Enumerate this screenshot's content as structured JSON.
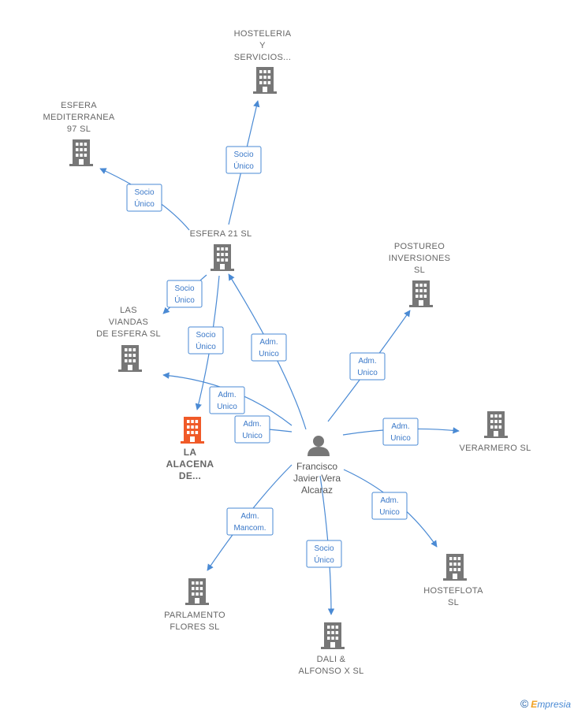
{
  "colors": {
    "company": "#777777",
    "focus": "#f05a28",
    "edge": "#4a8ad4",
    "person": "#777777"
  },
  "footer": {
    "copyright": "©",
    "brand_first": "E",
    "brand_rest": "mpresia"
  },
  "person": {
    "name_lines": [
      "Francisco",
      "Javier Vera",
      "Alcaraz"
    ]
  },
  "nodes": [
    {
      "id": "hosteleria",
      "lines": [
        "HOSTELERIA",
        "Y",
        "SERVICIOS..."
      ],
      "focus": false
    },
    {
      "id": "esfera-med",
      "lines": [
        "ESFERA",
        "MEDITERRANEA",
        "97  SL"
      ],
      "focus": false
    },
    {
      "id": "esfera21",
      "lines": [
        "ESFERA 21  SL"
      ],
      "focus": false
    },
    {
      "id": "postureo",
      "lines": [
        "POSTUREO",
        "INVERSIONES",
        "SL"
      ],
      "focus": false
    },
    {
      "id": "viandas",
      "lines": [
        "LAS",
        "VIANDAS",
        "DE ESFERA  SL"
      ],
      "focus": false
    },
    {
      "id": "alacena",
      "lines": [
        "LA",
        "ALACENA",
        "DE..."
      ],
      "focus": true
    },
    {
      "id": "verarmero",
      "lines": [
        "VERARMERO SL"
      ],
      "focus": false
    },
    {
      "id": "hosteflota",
      "lines": [
        "HOSTEFLOTA",
        "SL"
      ],
      "focus": false
    },
    {
      "id": "parlamento",
      "lines": [
        "PARLAMENTO",
        "FLORES  SL"
      ],
      "focus": false
    },
    {
      "id": "dali",
      "lines": [
        "DALI &",
        "ALFONSO X  SL"
      ],
      "focus": false
    }
  ],
  "edges": [
    {
      "id": "e-hosteleria",
      "lines": [
        "Socio",
        "Único"
      ]
    },
    {
      "id": "e-esfera-med",
      "lines": [
        "Socio",
        "Único"
      ]
    },
    {
      "id": "e-viandas-socio",
      "lines": [
        "Socio",
        "Único"
      ]
    },
    {
      "id": "e-alacena-socio",
      "lines": [
        "Socio",
        "Único"
      ]
    },
    {
      "id": "e-esfera21-adm",
      "lines": [
        "Adm.",
        "Unico"
      ]
    },
    {
      "id": "e-viandas-adm",
      "lines": [
        "Adm.",
        "Unico"
      ]
    },
    {
      "id": "e-alacena-adm",
      "lines": [
        "Adm.",
        "Unico"
      ]
    },
    {
      "id": "e-postureo",
      "lines": [
        "Adm.",
        "Unico"
      ]
    },
    {
      "id": "e-verarmero",
      "lines": [
        "Adm.",
        "Unico"
      ]
    },
    {
      "id": "e-hosteflota",
      "lines": [
        "Adm.",
        "Unico"
      ]
    },
    {
      "id": "e-parlamento",
      "lines": [
        "Adm.",
        "Mancom."
      ]
    },
    {
      "id": "e-dali",
      "lines": [
        "Socio",
        "Único"
      ]
    }
  ]
}
